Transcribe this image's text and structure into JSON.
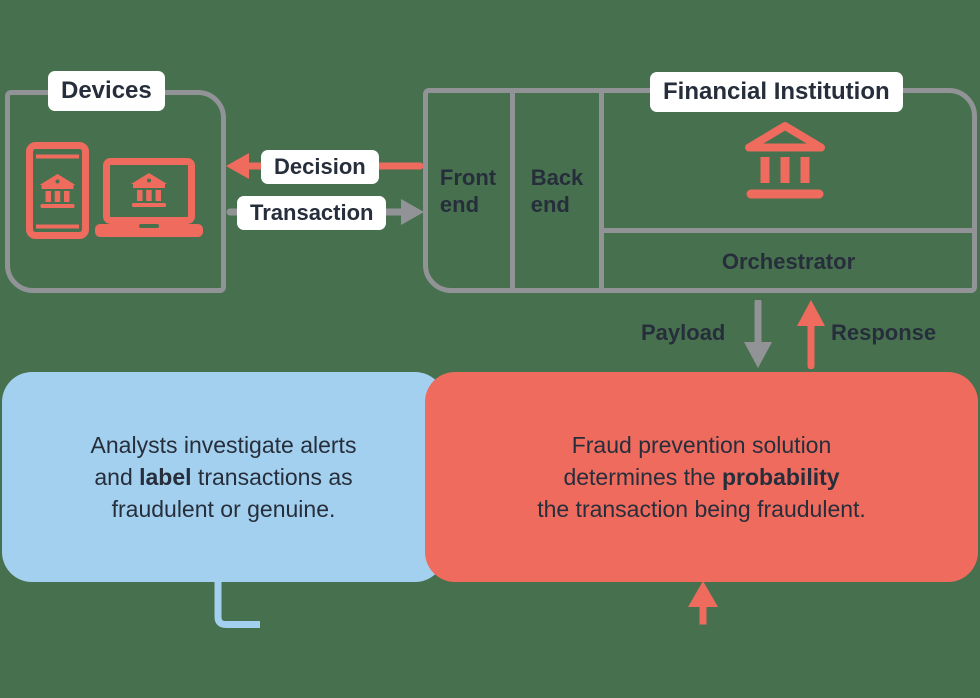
{
  "colors": {
    "bg": "#47714E",
    "red": "#EE6B5E",
    "gray": "#919396",
    "dark": "#272E3B",
    "blue": "#A3D0EE",
    "white": "#FFFFFF"
  },
  "devices": {
    "label": "Devices",
    "icons": [
      "smartphone-bank-icon",
      "laptop-bank-icon"
    ]
  },
  "financial_institution": {
    "label": "Financial Institution",
    "front_end": "Front\nend",
    "back_end": "Back\nend",
    "orchestrator": "Orchestrator",
    "icon": "bank-icon"
  },
  "flows": {
    "decision": "Decision",
    "transaction": "Transaction",
    "payload": "Payload",
    "response": "Response"
  },
  "analyst_box": {
    "line1": "Analysts investigate alerts",
    "line2_pre": "and ",
    "line2_bold": "label",
    "line2_post": " transactions as",
    "line3": "fraudulent or genuine."
  },
  "fraud_box": {
    "line1": "Fraud prevention solution",
    "line2_pre": "determines the ",
    "line2_bold": "probability",
    "line3": "the transaction being fraudulent."
  }
}
